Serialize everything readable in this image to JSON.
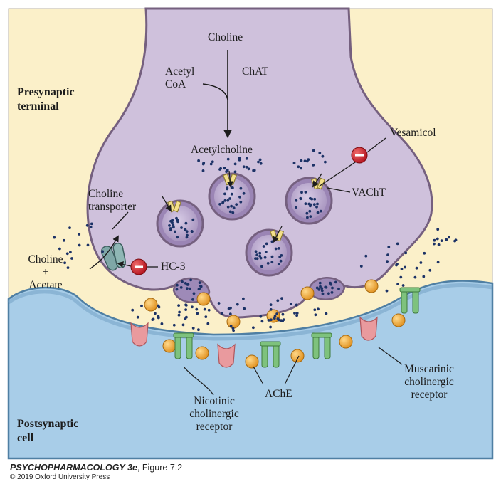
{
  "labels": {
    "presynaptic_terminal": "Presynaptic\nterminal",
    "postsynaptic_cell": "Postsynaptic\ncell",
    "choline_top": "Choline",
    "acetyl_coa": "Acetyl\nCoA",
    "chat": "ChAT",
    "acetylcholine": "Acetylcholine",
    "vesamicol": "Vesamicol",
    "vacht": "VAChT",
    "choline_transporter": "Choline\ntransporter",
    "hc3": "HC-3",
    "choline_acetate": "Choline\n+\nAcetate",
    "nicotinic_receptor": "Nicotinic\ncholinergic\nreceptor",
    "ache": "AChE",
    "muscarinic_receptor": "Muscarinic\ncholinergic\nreceptor"
  },
  "caption": {
    "book": "PSYCHOPHARMACOLOGY 3e",
    "figure": ", Figure 7.2",
    "copyright": "© 2019 Oxford University Press"
  },
  "colors": {
    "background": "#fbf0c9",
    "presynaptic": "#cfc1dc",
    "presynaptic_outline": "#75607f",
    "postsynaptic": "#a8cde8",
    "postsynaptic_outline": "#4f7fa3",
    "vesicle_inner": "#c0b0d2",
    "acetylcholine_dot": "#1c3266",
    "ache_enzyme": "#f2ab3a",
    "nicotinic_receptor": "#7ec27d",
    "muscarinic_receptor": "#e99a9e",
    "transporter": "#7fa7a7",
    "inhibitor": "#c8202c"
  }
}
